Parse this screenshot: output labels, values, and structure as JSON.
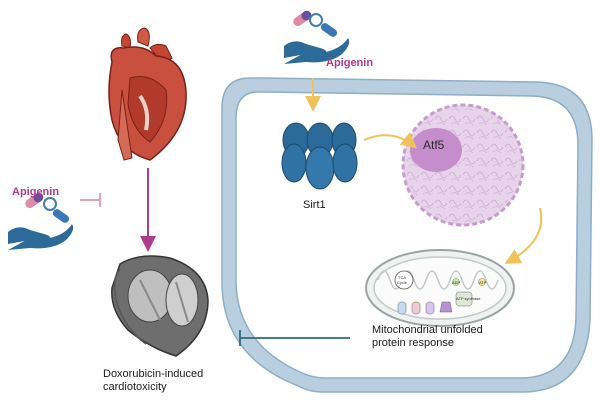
{
  "labels": {
    "apigenin_top": "Apigenin",
    "apigenin_left": "Apigenin",
    "sirt1": "Sirt1",
    "atf5": "Atf5",
    "mito_response_line1": "Mitochondrial unfolded",
    "mito_response_line2": "protein response",
    "dox_line1": "Doxorubicin-induced",
    "dox_line2": "cardiotoxicity",
    "mito_tca": "TCA",
    "mito_cycle": "Cycle",
    "mito_atp_synthase": "ATP synthase",
    "mito_atp": "ATP",
    "mito_adp": "ADP"
  },
  "colors": {
    "apigenin_text": "#b03a8c",
    "cell_wall": "#b9cfe0",
    "sirt1": "#2c6a9a",
    "nucleus": "#d8b9de",
    "activation_arrow": "#f0c35a",
    "heart_arrow": "#b03a8c",
    "inhibit_line": "#2f6b78",
    "apigenin_inhibit": "#e6a6b6"
  },
  "icons": [
    "pill-hand-icon",
    "heart-icon",
    "damaged-heart-icon",
    "sirt1-protein-icon",
    "nucleus-icon",
    "mitochondrion-icon"
  ]
}
